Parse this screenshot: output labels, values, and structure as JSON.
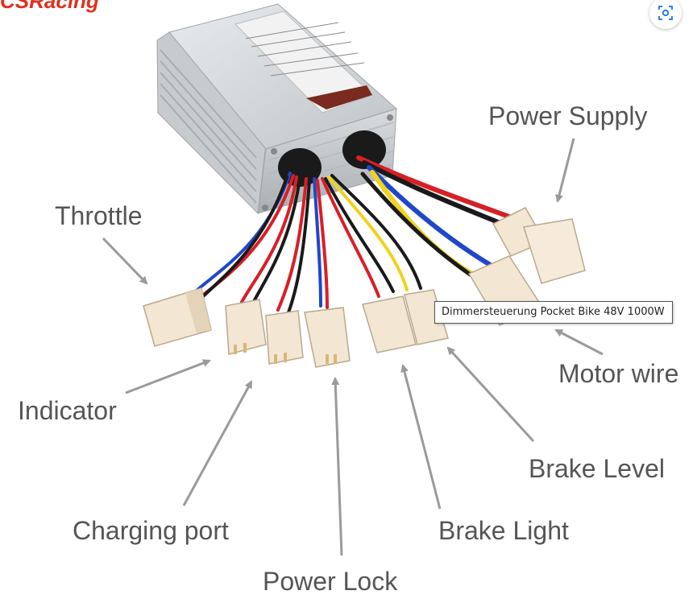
{
  "brand": {
    "text": "CSRacing",
    "color": "#e0301e"
  },
  "tooltip": {
    "text": "Dimmersteuerung Pocket Bike 48V 1000W"
  },
  "toolbar": {
    "lens_icon": "visual-search-icon"
  },
  "labels": {
    "power_supply": "Power Supply",
    "throttle": "Throttle",
    "motor_wire": "Motor wire",
    "indicator": "Indicator",
    "brake_level": "Brake Level",
    "charging_port": "Charging port",
    "brake_light": "Brake Light",
    "power_lock": "Power Lock"
  },
  "colors": {
    "label_text": "#555555",
    "arrow": "#9a9a9a",
    "wire_red": "#d81f26",
    "wire_black": "#1a1a1a",
    "wire_blue": "#1f47c9",
    "wire_yellow": "#f2d21b",
    "connector": "#f3e6d2",
    "housing": "#cfd3d6"
  }
}
